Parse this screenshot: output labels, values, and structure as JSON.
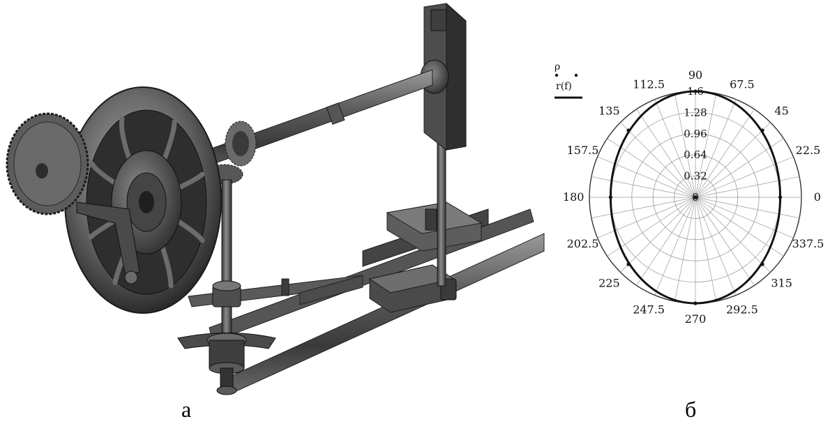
{
  "captions": {
    "left": "а",
    "right": "б"
  },
  "polar_plot": {
    "legend": {
      "markers_series": "ρ",
      "curve_series": "r(f)"
    },
    "angle_labels": [
      "0",
      "22.5",
      "45",
      "67.5",
      "90",
      "112.5",
      "135",
      "157.5",
      "180",
      "202.5",
      "225",
      "247.5",
      "270",
      "292.5",
      "315",
      "337.5"
    ],
    "radial_labels": [
      "0",
      "0.32",
      "0.64",
      "0.96",
      "1.28",
      "1.6"
    ]
  },
  "chart_data": {
    "type": "scatter",
    "coordinate_system": "polar",
    "angle_unit": "degrees",
    "angle_ticks": [
      0,
      22.5,
      45,
      67.5,
      90,
      112.5,
      135,
      157.5,
      180,
      202.5,
      225,
      247.5,
      270,
      292.5,
      315,
      337.5
    ],
    "radial_ticks": [
      0,
      0.32,
      0.64,
      0.96,
      1.28,
      1.6
    ],
    "rlim": [
      0,
      1.6
    ],
    "grid": true,
    "legend_position": "top-left",
    "series": [
      {
        "name": "ρ",
        "style": "markers",
        "angles": [
          0,
          45,
          90,
          135,
          180,
          225,
          270,
          315
        ],
        "values": [
          1.28,
          1.43,
          1.6,
          1.43,
          1.28,
          1.43,
          1.6,
          1.43
        ]
      },
      {
        "name": "r(f)",
        "style": "line",
        "shape": "ellipse",
        "semi_axis_0deg": 1.28,
        "semi_axis_90deg": 1.6
      }
    ]
  },
  "colors": {
    "curve": "#111111",
    "grid": "#9a9a9a",
    "outer_circle": "#333333",
    "mechanism": "#4a4a4a"
  }
}
